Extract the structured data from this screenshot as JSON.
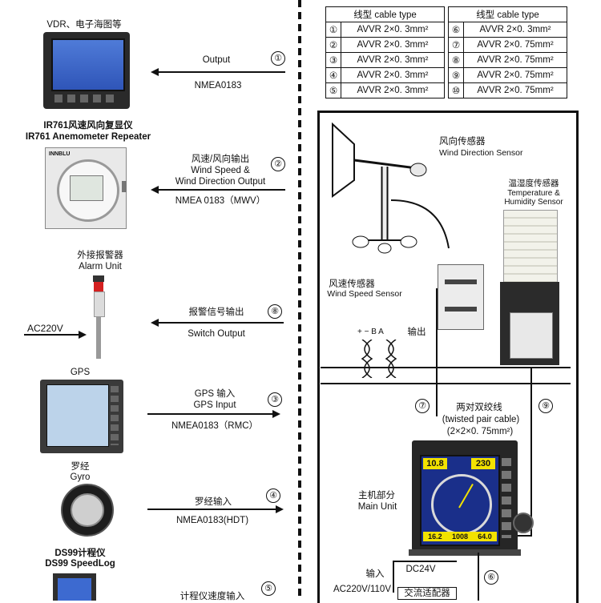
{
  "header_tab_left": "",
  "cable_table": {
    "headers": [
      "线型  cable type",
      "线型  cable type"
    ],
    "rows": [
      {
        "n1": "①",
        "t1": "AVVR 2×0. 3mm²",
        "n2": "⑥",
        "t2": "AVVR 2×0. 3mm²"
      },
      {
        "n1": "②",
        "t1": "AVVR 2×0. 3mm²",
        "n2": "⑦",
        "t2": "AVVR 2×0. 75mm²"
      },
      {
        "n1": "③",
        "t1": "AVVR 2×0. 3mm²",
        "n2": "⑧",
        "t2": "AVVR 2×0. 75mm²"
      },
      {
        "n1": "④",
        "t1": "AVVR 2×0. 3mm²",
        "n2": "⑨",
        "t2": "AVVR 2×0. 75mm²"
      },
      {
        "n1": "⑤",
        "t1": "AVVR 2×0. 3mm²",
        "n2": "⑩",
        "t2": "AVVR 2×0. 75mm²"
      }
    ]
  },
  "left_devices": {
    "vdr": {
      "label": "VDR、电子海图等"
    },
    "repeater": {
      "label_cn": "IR761风速风向复显仪",
      "label_en": "IR761 Anemometer Repeater",
      "brand": "INNBLU"
    },
    "alarm": {
      "label_cn": "外接报警器",
      "label_en": "Alarm Unit",
      "power": "AC220V"
    },
    "gps": {
      "label": "GPS"
    },
    "gyro": {
      "label_cn": "罗经",
      "label_en": "Gyro"
    },
    "speedlog": {
      "label_cn": "DS99计程仪",
      "label_en": "DS99 SpeedLog"
    }
  },
  "connections": [
    {
      "num": "①",
      "line1": "Output",
      "line2": "NMEA0183",
      "dir": "left"
    },
    {
      "num": "②",
      "line1": "风速/风向输出",
      "line2": "Wind Speed &",
      "line3": "Wind Direction Output",
      "line4": "NMEA 0183（MWV）",
      "dir": "left"
    },
    {
      "num": "⑧",
      "line1": "报警信号输出",
      "line2": "Switch  Output",
      "dir": "left"
    },
    {
      "num": "③",
      "line1": "GPS 输入",
      "line2": "GPS Input",
      "line3": "NMEA0183（RMC）",
      "dir": "right"
    },
    {
      "num": "④",
      "line1": "罗经输入",
      "line2": "NMEA0183(HDT)",
      "dir": "right"
    },
    {
      "num": "⑤",
      "line1": "计程仪速度输入",
      "dir": "right"
    }
  ],
  "right_panel": {
    "wind_dir_sensor_cn": "风向传感器",
    "wind_dir_sensor_en": "Wind Direction Sensor",
    "temp_sensor_cn": "温湿度传感器",
    "temp_sensor_en1": "Temperature &",
    "temp_sensor_en2": "Humidity Sensor",
    "wind_speed_sensor_cn": "风速传感器",
    "wind_speed_sensor_en": "Wind Speed Sensor",
    "terminal_labels": "+  −   B  A",
    "output_label": "输出",
    "cable_num_7": "⑦",
    "cable_num_9": "⑨",
    "twisted_cn": "两对双绞线",
    "twisted_en": "(twisted pair cable)",
    "twisted_size": "(2×2×0. 75mm²)",
    "main_unit_cn": "主机部分",
    "main_unit_en": "Main Unit",
    "screen_speed": "10.8",
    "screen_dir": "230",
    "screen_bottom1": "16.2",
    "screen_bottom2": "1008",
    "screen_bottom3": "64.0",
    "input_label": "输入",
    "dc_label": "DC24V",
    "ac_label": "AC220V/110V",
    "adapter_label": "交流适配器",
    "cable_num_6": "⑥"
  },
  "colors": {
    "line": "#111111",
    "screen_blue": "#1a2f8a",
    "screen_yellow": "#f2e200",
    "device_gray": "#2b2b2b"
  }
}
